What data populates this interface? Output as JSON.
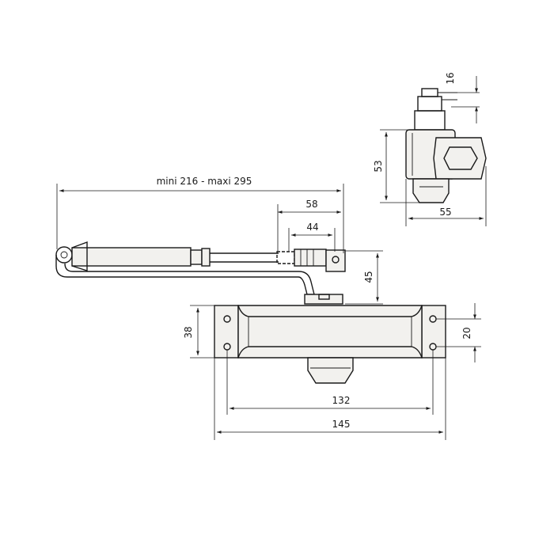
{
  "dimensions": {
    "arm_span": "mini 216 - maxi 295",
    "arm_58": "58",
    "arm_44": "44",
    "arm_height": "45",
    "body_height": "38",
    "holes_vertical": "20",
    "holes_horizontal": "132",
    "body_length": "145",
    "side_top": "16",
    "side_height": "53",
    "side_width": "55"
  },
  "colors": {
    "line": "#1a1a1a",
    "body_fill": "#f2f1ee",
    "background": "#ffffff"
  }
}
